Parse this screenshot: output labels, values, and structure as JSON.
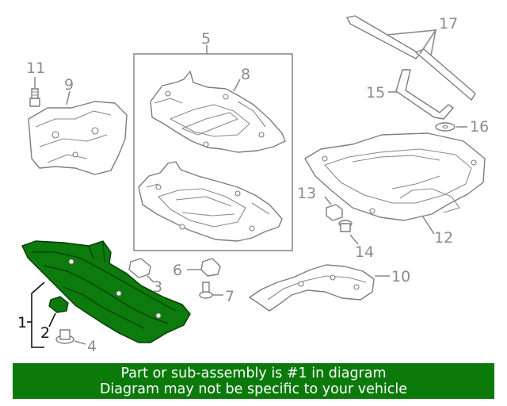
{
  "callouts": [
    "1",
    "2",
    "3",
    "4",
    "5",
    "6",
    "7",
    "8",
    "9",
    "10",
    "11",
    "12",
    "13",
    "14",
    "15",
    "16",
    "17"
  ],
  "highlight_color": "#0b7a0b",
  "banner": {
    "line1": "Part or sub-assembly is #1 in diagram",
    "line2": "Diagram may not be specific to your vehicle"
  }
}
